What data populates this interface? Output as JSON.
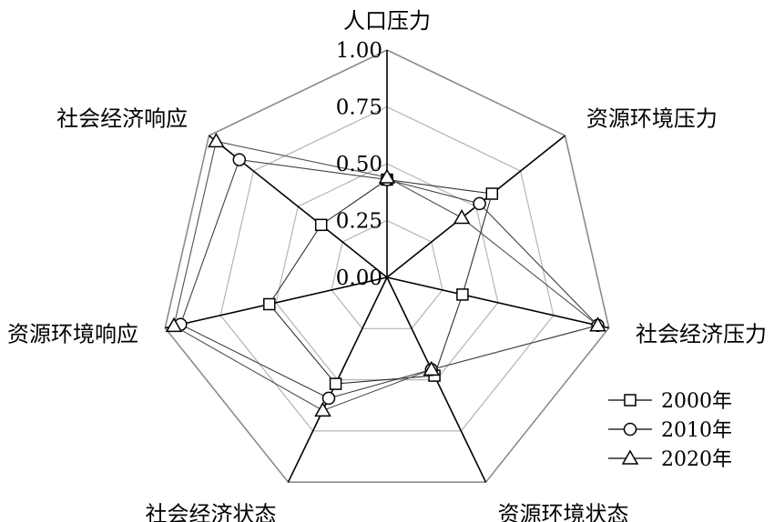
{
  "chart_data": {
    "type": "radar",
    "axes": [
      "人口压力",
      "资源环境压力",
      "社会经济压力",
      "资源环境状态",
      "社会经济状态",
      "资源环境响应",
      "社会经济响应"
    ],
    "ticks": [
      "0.00",
      "0.25",
      "0.50",
      "0.75",
      "1.00"
    ],
    "rlim": [
      0,
      1
    ],
    "grid": true,
    "legend_position": "bottom-right",
    "series": [
      {
        "name": "2000年",
        "marker": "square",
        "values": [
          0.43,
          0.59,
          0.34,
          0.48,
          0.52,
          0.53,
          0.37
        ]
      },
      {
        "name": "2010年",
        "marker": "circle",
        "values": [
          0.43,
          0.52,
          0.95,
          0.45,
          0.59,
          0.93,
          0.83
        ]
      },
      {
        "name": "2020年",
        "marker": "triangle",
        "values": [
          0.44,
          0.42,
          0.95,
          0.45,
          0.65,
          0.96,
          0.96
        ]
      }
    ]
  }
}
